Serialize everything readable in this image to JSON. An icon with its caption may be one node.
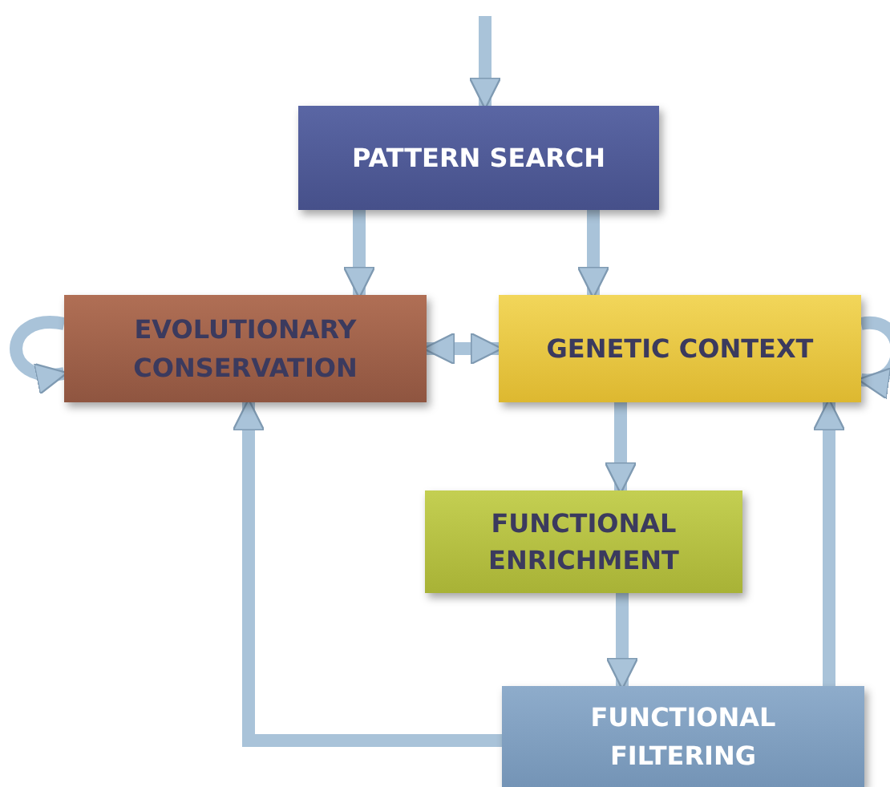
{
  "diagram": {
    "nodes": [
      {
        "text": [
          "PATTERN SEARCH"
        ]
      },
      {
        "text": [
          "EVOLUTIONARY CONSERVATION"
        ]
      },
      {
        "text": [
          "GENETIC CONTEXT"
        ]
      },
      {
        "text": [
          "FUNCTIONAL ENRICHMENT"
        ]
      },
      {
        "text": [
          "FUNCTIONAL FILTERING"
        ]
      }
    ],
    "edges": [
      {
        "from": null,
        "to": 0,
        "arrow": "to"
      },
      {
        "from": 0,
        "to": 1,
        "arrow": "to"
      },
      {
        "from": 0,
        "to": 2,
        "arrow": "to"
      },
      {
        "from": 1,
        "to": 2,
        "arrow": "both"
      },
      {
        "from": 1,
        "to": 1,
        "arrow": "to"
      },
      {
        "from": 2,
        "to": 2,
        "arrow": "to"
      },
      {
        "from": 2,
        "to": 3,
        "arrow": "to"
      },
      {
        "from": 3,
        "to": 4,
        "arrow": "to"
      },
      {
        "from": 4,
        "to": 1,
        "arrow": "to"
      },
      {
        "from": 4,
        "to": 2,
        "arrow": "to"
      }
    ]
  }
}
